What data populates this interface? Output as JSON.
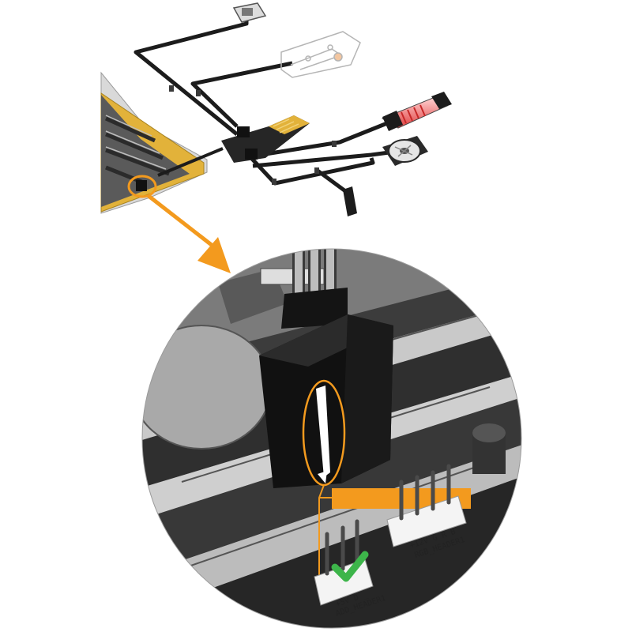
{
  "colors": {
    "accent_orange": "#f39a1e",
    "check_green": "#3db54a",
    "cable_black": "#1c1c1c",
    "board_gold": "#e2b23a",
    "zoom_circle_bg": "#7a7a7a",
    "rgb_coil": "#e23b3b"
  },
  "icons": {
    "check": "check-icon",
    "arrow": "arrow-down-right-icon"
  },
  "headers": {
    "addr": {
      "pins_label": "+5V  D  _",
      "name_label": "ADD_HEADER1"
    },
    "rgb": {
      "pins_label": "+12V  G  R  B",
      "name_label": "RGB_HEADER1"
    }
  }
}
